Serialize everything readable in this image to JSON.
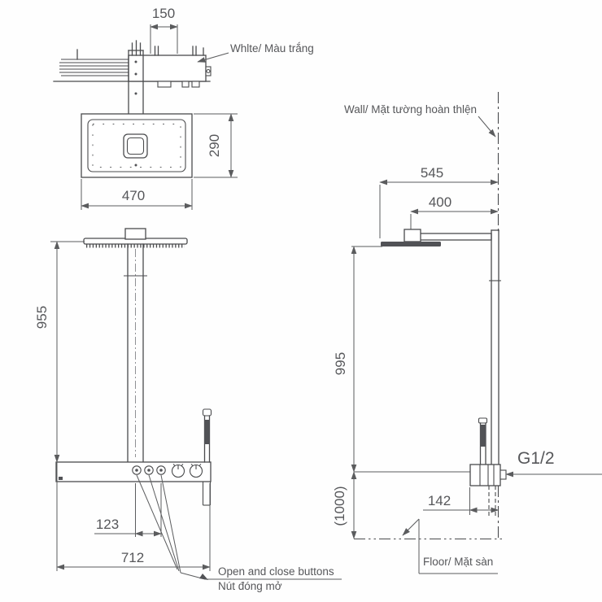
{
  "drawing": {
    "title_hint": "shower-column-installation-dimension-drawing",
    "labels": {
      "white": "Whlte/ Màu trắng",
      "wall": "Wall/ Mặt tường hoàn thlện",
      "floor": "Floor/ Mặt sàn",
      "buttons_en": "Open and close buttons",
      "buttons_vi": "Nút đóng mở",
      "thread": "G1/2"
    },
    "dims": {
      "top_width": "150",
      "head_width": "470",
      "head_depth": "290",
      "column_height": "955",
      "button_offset": "123",
      "panel_width": "712",
      "arm_reach": "545",
      "head_center_to_wall": "400",
      "side_height": "995",
      "install_height": "(1000)",
      "valve_depth": "142"
    },
    "colors": {
      "line": "#4a4b4d",
      "dimension": "#5b5c5e",
      "text": "#56575a",
      "background": "#fefefe"
    }
  }
}
